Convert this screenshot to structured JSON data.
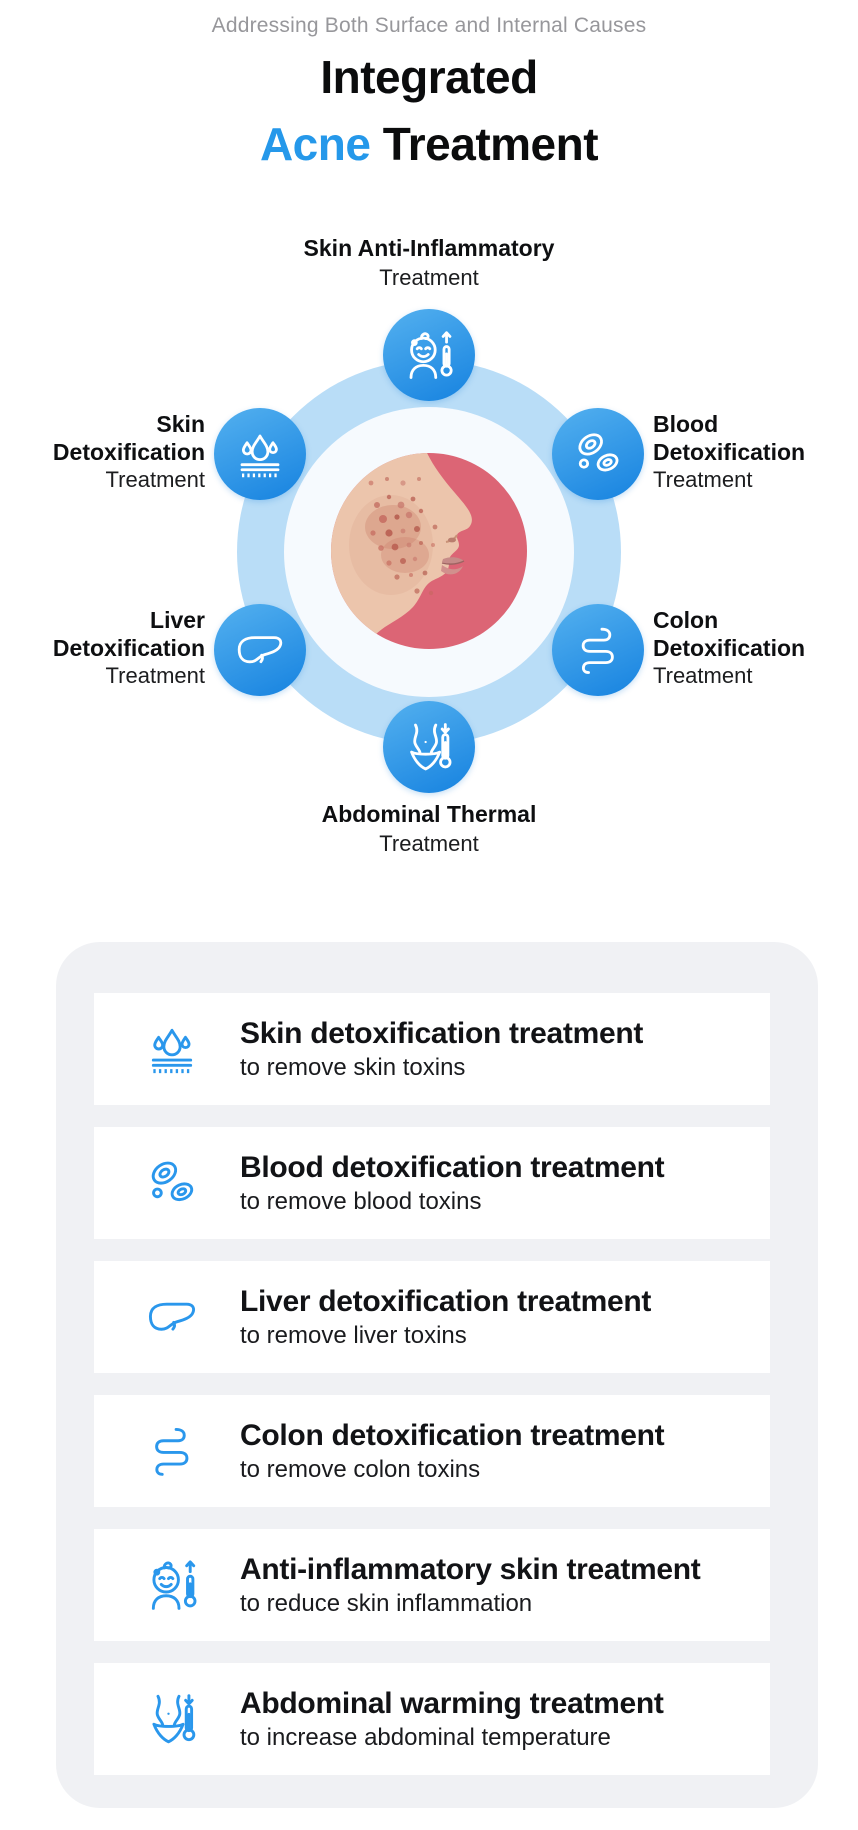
{
  "header": {
    "subtitle": "Addressing Both Surface and Internal Causes",
    "title_line1": "Integrated",
    "title_accent": "Acne",
    "title_rest": "Treatment"
  },
  "colors": {
    "accent_blue": "#2598ea",
    "node_blue_gradient_start": "#4fadee",
    "node_blue_gradient_end": "#1b86e1",
    "ring_light_blue": "#b9ddf7",
    "panel_gray": "#f0f1f4",
    "photo_pink": "#dc6575"
  },
  "diagram": {
    "center_image": "acne-face-photo",
    "nodes": [
      {
        "id": "skin-anti-inflammatory",
        "icon": "baby-thermometer-icon",
        "bold": "Skin Anti-Inflammatory",
        "light": "Treatment",
        "position": "top"
      },
      {
        "id": "skin-detoxification",
        "icon": "skin-drops-icon",
        "bold1": "Skin",
        "bold2": "Detoxification",
        "light": "Treatment",
        "position": "upper-left"
      },
      {
        "id": "blood-detoxification",
        "icon": "blood-cells-icon",
        "bold1": "Blood",
        "bold2": "Detoxification",
        "light": "Treatment",
        "position": "upper-right"
      },
      {
        "id": "liver-detoxification",
        "icon": "liver-icon",
        "bold1": "Liver",
        "bold2": "Detoxification",
        "light": "Treatment",
        "position": "lower-left"
      },
      {
        "id": "colon-detoxification",
        "icon": "colon-icon",
        "bold1": "Colon",
        "bold2": "Detoxification",
        "light": "Treatment",
        "position": "lower-right"
      },
      {
        "id": "abdominal-thermal",
        "icon": "abdomen-thermometer-icon",
        "bold": "Abdominal Thermal",
        "light": "Treatment",
        "position": "bottom"
      }
    ]
  },
  "treatment_list": {
    "items": [
      {
        "icon": "skin-drops-icon",
        "title": "Skin detoxification treatment",
        "description": "to remove skin toxins"
      },
      {
        "icon": "blood-cells-icon",
        "title": "Blood detoxification treatment",
        "description": "to remove blood toxins"
      },
      {
        "icon": "liver-icon",
        "title": "Liver detoxification treatment",
        "description": "to remove liver toxins"
      },
      {
        "icon": "colon-icon",
        "title": "Colon detoxification treatment",
        "description": "to remove colon toxins"
      },
      {
        "icon": "baby-thermometer-icon",
        "title": "Anti-inflammatory skin treatment",
        "description": "to reduce skin inflammation"
      },
      {
        "icon": "abdomen-thermometer-icon",
        "title": "Abdominal warming treatment",
        "description": "to increase abdominal temperature"
      }
    ]
  }
}
